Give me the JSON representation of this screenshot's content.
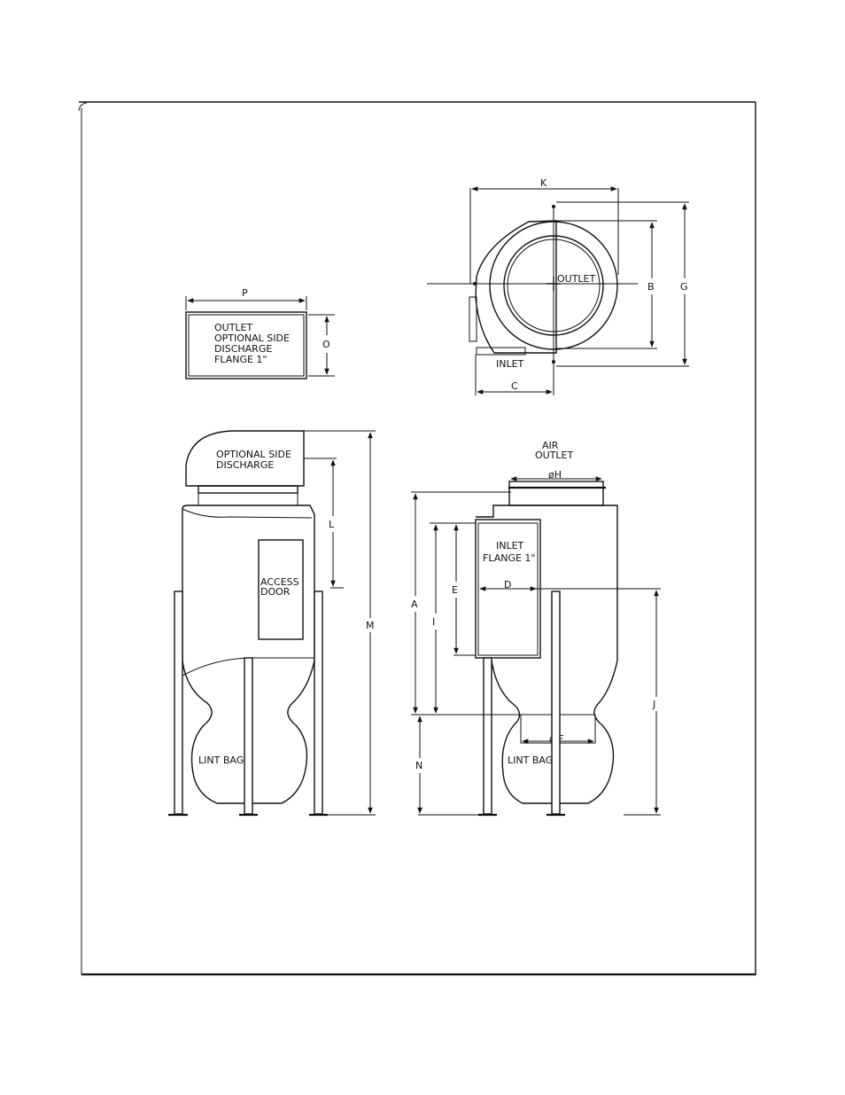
{
  "outlet_flange": {
    "dim_p": "P",
    "dim_o": "O",
    "lines": [
      "OUTLET",
      "OPTIONAL SIDE",
      "DISCHARGE",
      "FLANGE 1\""
    ]
  },
  "top_view": {
    "dim_k": "K",
    "dim_b": "B",
    "dim_g": "G",
    "dim_c": "C",
    "outlet_label": "OUTLET",
    "inlet_label": "INLET"
  },
  "side_view": {
    "discharge_lines": [
      "OPTIONAL SIDE",
      "DISCHARGE"
    ],
    "dim_l": "L",
    "dim_m": "M",
    "access_lines": [
      "ACCESS",
      "DOOR"
    ],
    "lint_bag": "LINT BAG"
  },
  "front_view": {
    "air_outlet_lines": [
      "AIR",
      "OUTLET"
    ],
    "dim_h": "øH",
    "inlet_lines": [
      "INLET",
      "FLANGE 1\""
    ],
    "dim_a": "A",
    "dim_i": "I",
    "dim_e": "E",
    "dim_d": "D",
    "dim_j": "J",
    "dim_n": "N",
    "dim_f": "ø F",
    "lint_bag": "LINT BAG"
  }
}
